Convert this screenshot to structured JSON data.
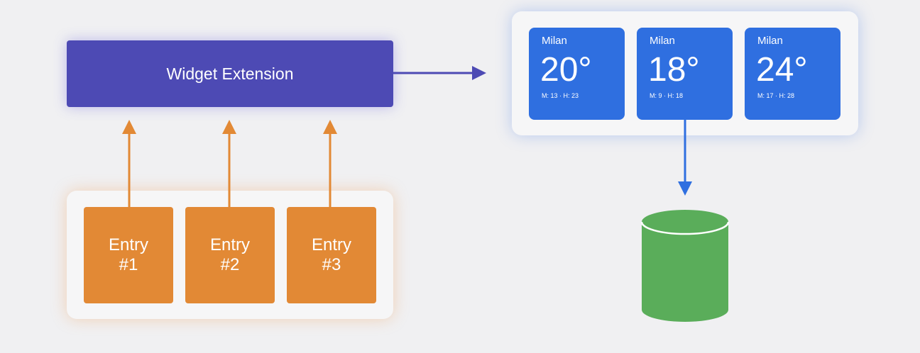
{
  "extension": {
    "label": "Widget Extension"
  },
  "entries": [
    {
      "line1": "Entry",
      "line2": "#1"
    },
    {
      "line1": "Entry",
      "line2": "#2"
    },
    {
      "line1": "Entry",
      "line2": "#3"
    }
  ],
  "widgets": [
    {
      "city": "Milan",
      "temp": "20°",
      "range": "M: 13 · H: 23"
    },
    {
      "city": "Milan",
      "temp": "18°",
      "range": "M: 9 · H: 18"
    },
    {
      "city": "Milan",
      "temp": "24°",
      "range": "M: 17 · H: 28"
    }
  ],
  "colors": {
    "extension": "#4d4ab4",
    "entry": "#e28935",
    "widget": "#2f6fe0",
    "database": "#5aad5a"
  }
}
